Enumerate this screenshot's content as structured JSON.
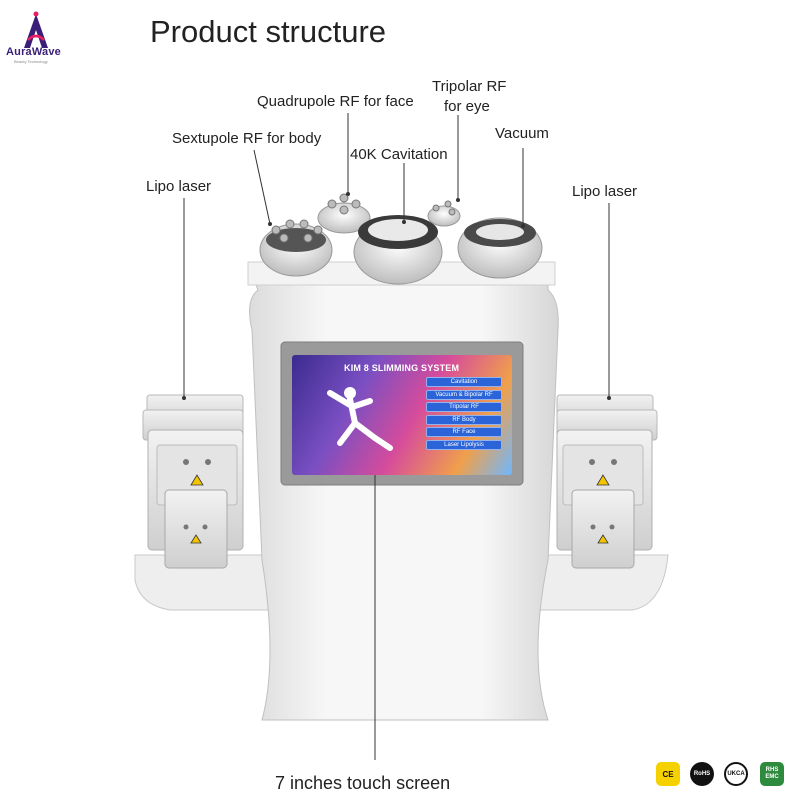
{
  "brand": {
    "name": "AuraWave",
    "tagline": "Beauty Technology"
  },
  "title": "Product structure",
  "callouts": {
    "quadrupole": "Quadrupole RF for face",
    "tripolar_line1": "Tripolar RF",
    "tripolar_line2": "for eye",
    "sextupole": "Sextupole RF for body",
    "cavitation": "40K Cavitation",
    "vacuum": "Vacuum",
    "lipo_left": "Lipo laser",
    "lipo_right": "Lipo laser",
    "screen": "7 inches touch screen"
  },
  "screen": {
    "title": "KIM 8 SLIMMING SYSTEM",
    "menu": [
      "Cavitation",
      "Vacuum & Bipolar RF",
      "Tripolar RF",
      "RF Body",
      "RF Face",
      "Laser Lipolysis"
    ]
  },
  "certifications": [
    "CE",
    "RoHS",
    "UKCA",
    "RHS EMC"
  ],
  "colors": {
    "brand": "#3a1f78",
    "accent": "#e91e63",
    "menu": "#2a64d8",
    "cert_green": "#2e8b3e"
  }
}
